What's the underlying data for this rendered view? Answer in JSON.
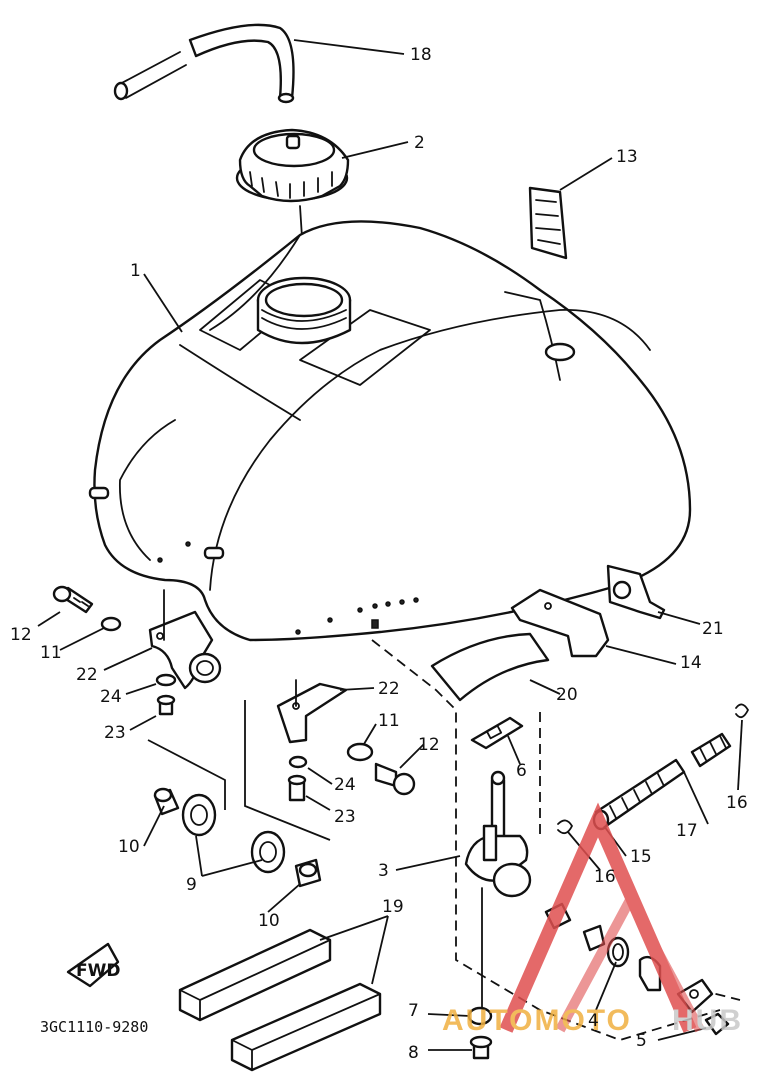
{
  "diagram": {
    "part_code": "3GC1110-9280",
    "fwd_label": "FWD",
    "watermark": {
      "text_prefix": "AUTOMOTO",
      "text_suffix": "HUB",
      "prefix_color": "#f0b040",
      "suffix_color": "#c8c8c8",
      "logo_color": "#e05050"
    },
    "callouts": {
      "n1": "1",
      "n2": "2",
      "n3": "3",
      "n4": "4",
      "n5": "5",
      "n6": "6",
      "n7": "7",
      "n8": "8",
      "n9": "9",
      "n10a": "10",
      "n10b": "10",
      "n11a": "11",
      "n11b": "11",
      "n12a": "12",
      "n12b": "12",
      "n13": "13",
      "n14": "14",
      "n15": "15",
      "n16a": "16",
      "n16b": "16",
      "n17": "17",
      "n18": "18",
      "n19": "19",
      "n20": "20",
      "n21": "21",
      "n22a": "22",
      "n22b": "22",
      "n23a": "23",
      "n23b": "23",
      "n24a": "24",
      "n24b": "24"
    }
  }
}
